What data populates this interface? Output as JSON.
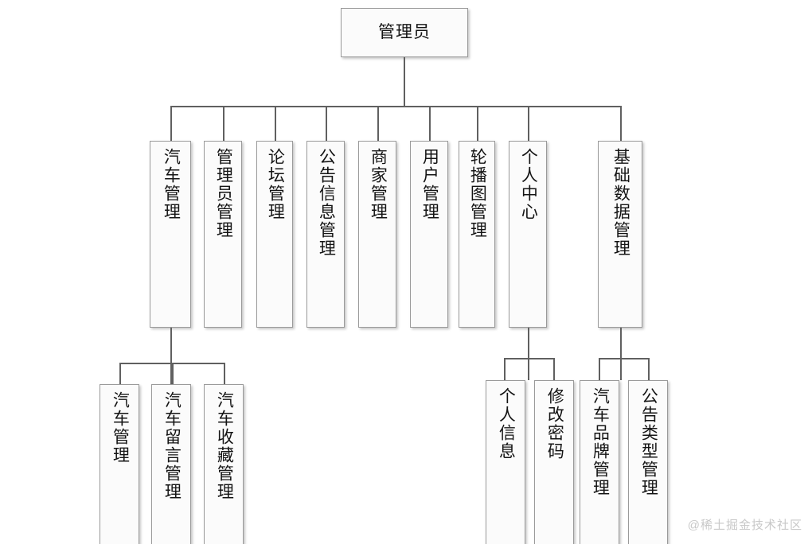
{
  "diagram": {
    "title_node": {
      "label": "管理员"
    },
    "level2": [
      {
        "id": "car-mgmt",
        "label": "汽车管理"
      },
      {
        "id": "admin-mgmt",
        "label": "管理员管理"
      },
      {
        "id": "forum-mgmt",
        "label": "论坛管理"
      },
      {
        "id": "notice-info-mgmt",
        "label": "公告信息管理"
      },
      {
        "id": "merchant-mgmt",
        "label": "商家管理"
      },
      {
        "id": "user-mgmt",
        "label": "用户管理"
      },
      {
        "id": "carousel-mgmt",
        "label": "轮播图管理"
      },
      {
        "id": "personal-center",
        "label": "个人中心"
      },
      {
        "id": "basic-data-mgmt",
        "label": "基础数据管理"
      }
    ],
    "level3_car": [
      {
        "id": "car-mgmt-child",
        "label": "汽车管理"
      },
      {
        "id": "car-message-mgmt",
        "label": "汽车留言管理"
      },
      {
        "id": "car-favorite-mgmt",
        "label": "汽车收藏管理"
      }
    ],
    "level3_personal": [
      {
        "id": "personal-info",
        "label": "个人信息"
      },
      {
        "id": "change-password",
        "label": "修改密码"
      }
    ],
    "level3_basic": [
      {
        "id": "car-brand-mgmt",
        "label": "汽车品牌管理"
      },
      {
        "id": "notice-type-mgmt",
        "label": "公告类型管理"
      }
    ],
    "watermark": "@稀土掘金技术社区"
  },
  "colors": {
    "box_fill": "#fbfbfb",
    "box_border": "#9a9a9a",
    "line": "#606060",
    "text": "#141414",
    "watermark": "#c8c8c8",
    "background": "#ffffff"
  }
}
